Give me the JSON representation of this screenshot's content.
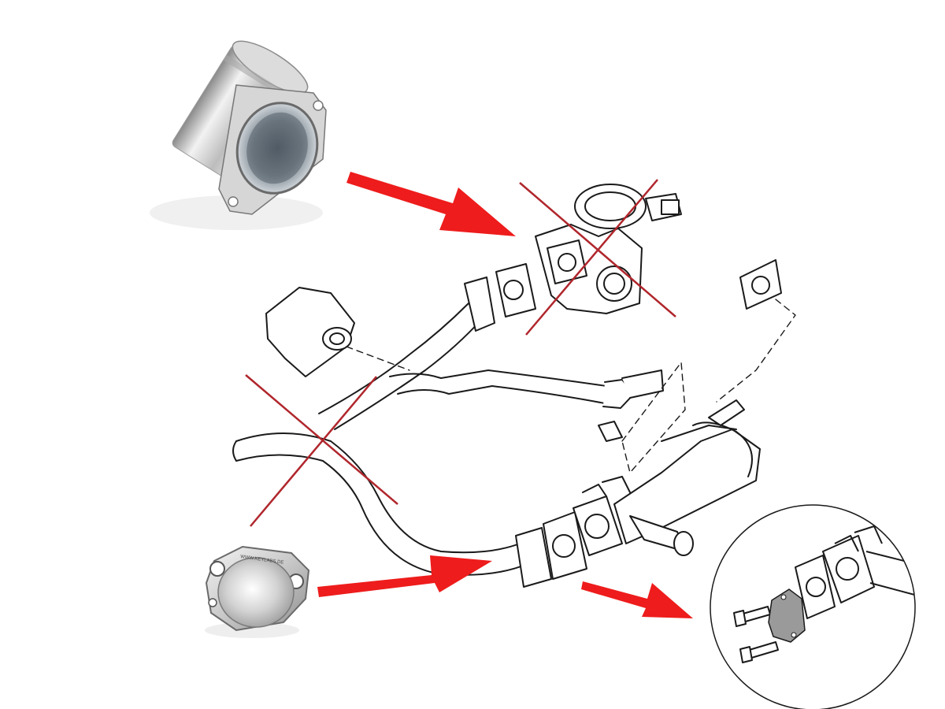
{
  "figure": {
    "kind": "EGR delete installation diagram",
    "colors": {
      "background": "#ffffff",
      "arrow": "#ee1c1c",
      "cross": "#b0262c",
      "line": "#1a1a1a",
      "metal_light": "#e8e8e8",
      "metal_mid": "#b9b9b9",
      "metal_dark": "#6e6e6e",
      "blank_plate_fill": "#9a9a9a"
    },
    "parts": {
      "egr_delete_pipe": {
        "icon": "egr-delete-pipe-photo"
      },
      "egr_blanking_plate": {
        "icon": "egr-blanking-plate-photo",
        "engraved_text": "WWW.KEYLABS.DE"
      },
      "detail_inset": {
        "icon": "blanking-plate-installed-detail"
      }
    },
    "annotations": {
      "arrows": 3,
      "removal_crosses": 2
    }
  }
}
